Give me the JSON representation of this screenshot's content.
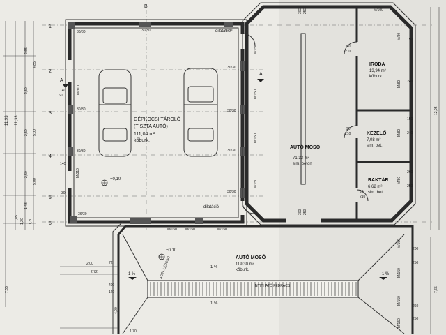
{
  "axis_top": "B",
  "axis_rows": [
    "1",
    "2",
    "3",
    "4",
    "5",
    "6"
  ],
  "section_mark": "A",
  "left_dims": [
    "11,93",
    "11,33",
    "2,65",
    "2,50",
    "2,50",
    "2,50",
    "1,48",
    "1,20",
    "1,85",
    "7,65",
    "4,85",
    "5,00",
    "5,00",
    "1,20",
    "60",
    "140",
    "140",
    "30"
  ],
  "right_dims": [
    "12,95",
    "7,65"
  ],
  "garage_wall_marks": [
    "30/30",
    "30/30",
    "30/30",
    "30/30",
    "30/30",
    "30/30",
    "30/30",
    "36/30",
    "30/30",
    "30/30"
  ],
  "rooms": [
    {
      "name": "GÉPKOCSI TÁROLÓ",
      "sub": "(TISZTA AUTÓ)",
      "area": "111,04 m²",
      "floor": "kőburk."
    },
    {
      "name": "AUTÓ MOSÓ",
      "sub": "",
      "area": "71,32 m²",
      "floor": "sim. beton"
    },
    {
      "name": "IRODA",
      "sub": "",
      "area": "13,94 m²",
      "floor": "kőburk."
    },
    {
      "name": "KEZELŐ",
      "sub": "",
      "area": "7,08 m²",
      "floor": "sim. bet."
    },
    {
      "name": "RAKTÁR",
      "sub": "",
      "area": "6,62 m²",
      "floor": "sim. bet."
    },
    {
      "name": "AUTÓ MOSÓ",
      "sub": "",
      "area": "119,30 m²",
      "floor": "kőburk."
    }
  ],
  "notes": {
    "dilatacio_top": "dilatáció",
    "dilatacio_bottom": "dilatáció",
    "level_1": "+0,10",
    "level_2": "+0,10",
    "slope_1": "1 %",
    "slope_2": "1 %",
    "slope_3": "1 %",
    "slope_4": "1 %",
    "grate": "NYITHATÓ FEDRÁCS",
    "steps": "ACÉL LÉPCSŐ"
  },
  "opening_marks": [
    "M/310",
    "M/310",
    "M/150",
    "M/150",
    "M/150",
    "M/100",
    "M/80",
    "M/80",
    "M/80",
    "M/80",
    "M/150",
    "M/150",
    "M/150",
    "M/150",
    "M/150",
    "M/150",
    "M/150",
    "M/150"
  ],
  "wash_dims": [
    "300",
    "250",
    "300",
    "250",
    "90",
    "210",
    "90",
    "210",
    "90",
    "210",
    "150",
    "240",
    "150",
    "240",
    "260",
    "250",
    "200",
    "250",
    "260",
    "250",
    "2,00",
    "2,72",
    "400",
    "120",
    "1,70",
    "72",
    "4,00"
  ]
}
